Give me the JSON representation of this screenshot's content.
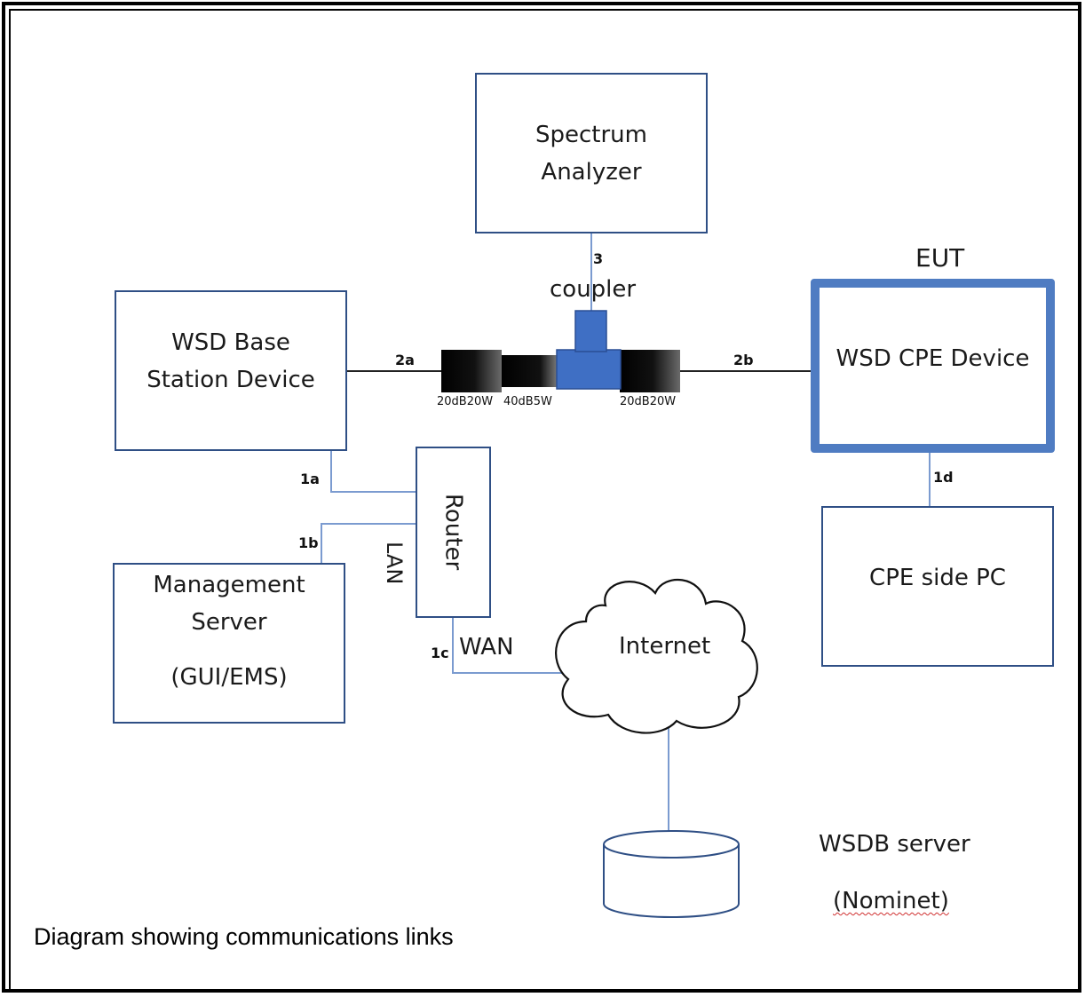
{
  "nodes": {
    "spectrum_analyzer": [
      "Spectrum",
      "Analyzer"
    ],
    "base_station": [
      "WSD Base",
      "Station Device"
    ],
    "cpe_device": "WSD CPE Device",
    "eut_label": "EUT",
    "router": "Router",
    "management_server": [
      "Management",
      "Server",
      "(GUI/EMS)"
    ],
    "cpe_pc": "CPE side PC",
    "internet": "Internet",
    "wsdb_server": [
      "WSDB server",
      "(Nominet)"
    ],
    "coupler": "coupler"
  },
  "attenuators": {
    "left": "20dB20W",
    "middle": "40dB5W",
    "right": "20dB20W"
  },
  "links": {
    "l1a": "1a",
    "l1b": "1b",
    "l1c": "1c",
    "l1d": "1d",
    "l2a": "2a",
    "l2b": "2b",
    "l3": "3",
    "lan": "LAN",
    "wan": "WAN"
  },
  "caption": "Diagram showing communications links",
  "colors": {
    "box_border": "#2f4f85",
    "eut_border": "#4f7cc2",
    "lan_line": "#7b9bd0",
    "coupler_fill": "#3f6fc4"
  }
}
